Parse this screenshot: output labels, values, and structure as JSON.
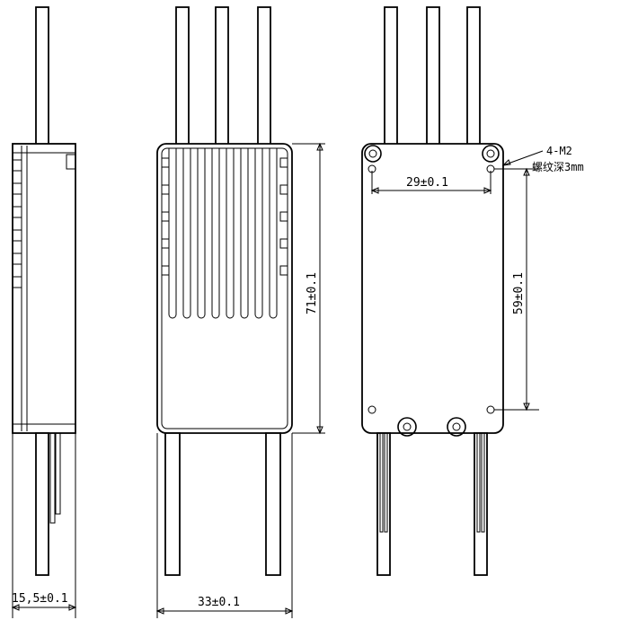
{
  "dimensions": {
    "thickness": "15,5±0.1",
    "width": "33±0.1",
    "length": "71±0.1",
    "hole_spacing_horizontal": "29±0.1",
    "hole_spacing_vertical": "59±0.1"
  },
  "callout": {
    "holes": "4-M2",
    "thread_depth": "螺纹深3mm"
  }
}
